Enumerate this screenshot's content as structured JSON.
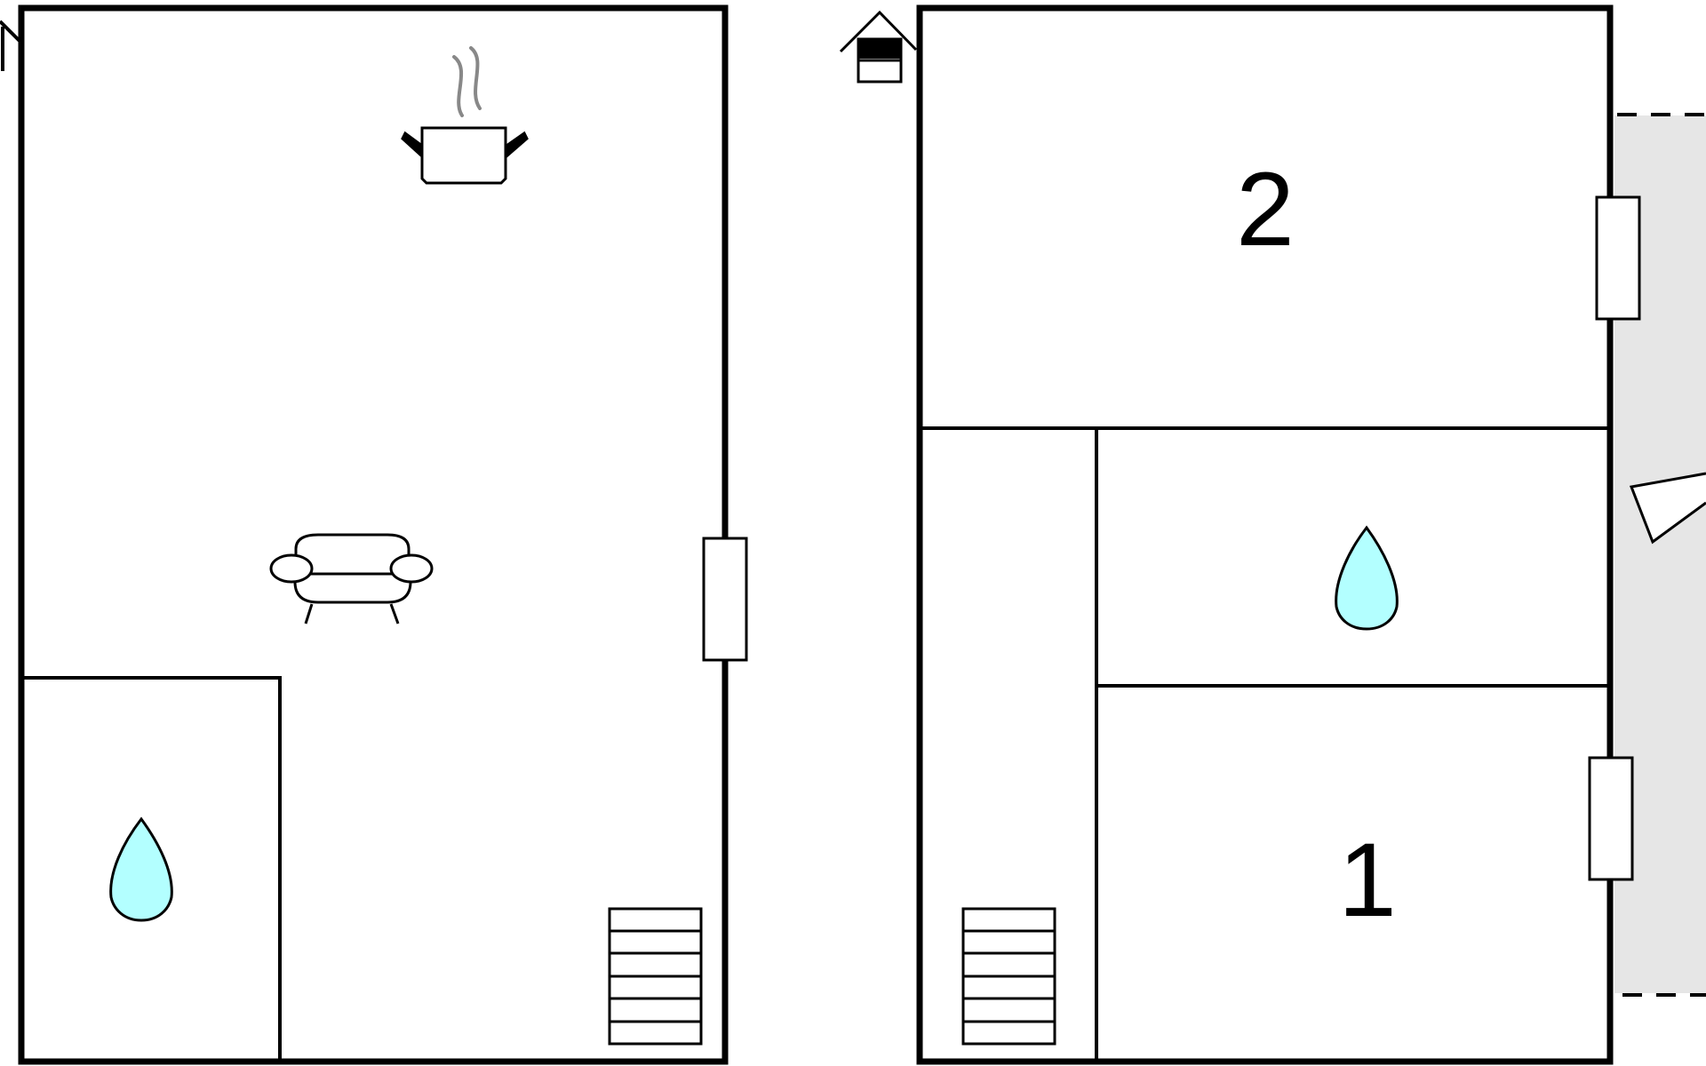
{
  "floor_plan": {
    "ground_floor": {
      "icons": [
        "kitchen-pot-icon",
        "sofa-icon",
        "water-drop-icon",
        "stairs-icon"
      ]
    },
    "upper_floor": {
      "rooms": [
        {
          "label": "2",
          "icon": "room-number-label"
        },
        {
          "label": "1",
          "icon": "room-number-label"
        }
      ],
      "icons": [
        "house-icon",
        "water-drop-icon",
        "stairs-icon",
        "compass-arrow-icon"
      ]
    },
    "colors": {
      "wall": "#000000",
      "water": "#b3ffff",
      "steam": "#888888",
      "terrace": "#e6e6e6",
      "background": "#ffffff"
    }
  }
}
